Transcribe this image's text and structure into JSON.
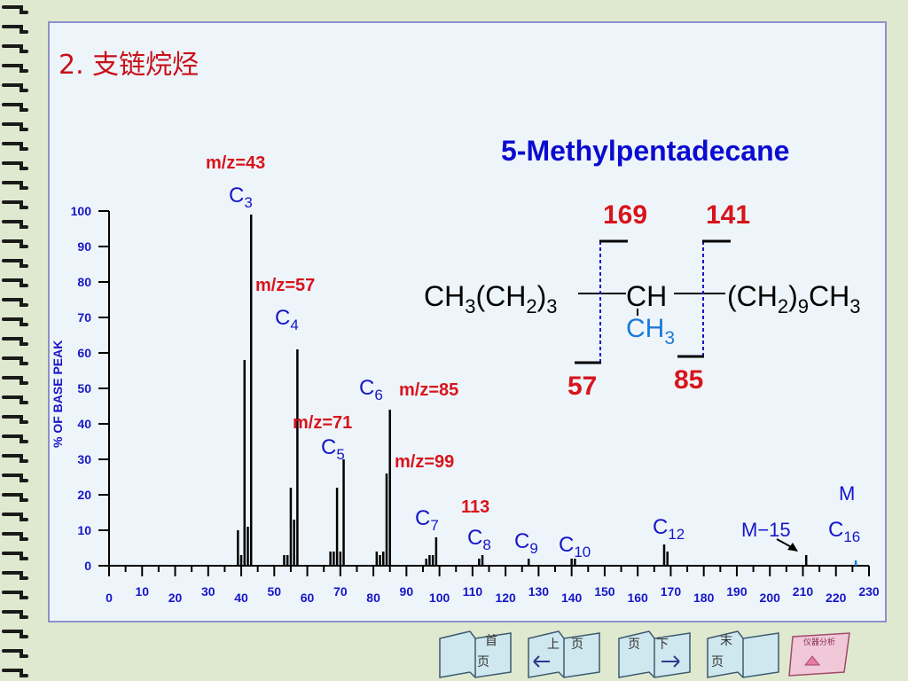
{
  "slide": {
    "title": "2. 支链烷烃",
    "compound": "5-Methylpentadecane"
  },
  "structure": {
    "left_group": {
      "a": "CH",
      "b": "3",
      "c": "(CH",
      "d": "2",
      "e": ")",
      "f": "3"
    },
    "center": "CH",
    "branch": {
      "a": "CH",
      "b": "3"
    },
    "right_group": {
      "a": "(CH",
      "b": "2",
      "c": ")",
      "d": "9",
      "e": "CH",
      "f": "3"
    },
    "cleavages": [
      "169",
      "141",
      "57",
      "85"
    ]
  },
  "chart_data": {
    "type": "bar",
    "ylabel": "% OF  BASE PEAK",
    "xlabel": "",
    "xlim": [
      0,
      230
    ],
    "ylim": [
      0,
      100
    ],
    "yticks": [
      "0",
      "10",
      "20",
      "30",
      "40",
      "50",
      "60",
      "70",
      "80",
      "90",
      "100"
    ],
    "xticks": [
      "0",
      "10",
      "20",
      "30",
      "40",
      "50",
      "60",
      "70",
      "80",
      "90",
      "100",
      "110",
      "120",
      "130",
      "140",
      "150",
      "160",
      "170",
      "180",
      "190",
      "200",
      "210",
      "220",
      "230"
    ],
    "peaks": [
      {
        "mz": 39,
        "intensity": 10
      },
      {
        "mz": 40,
        "intensity": 3
      },
      {
        "mz": 41,
        "intensity": 58
      },
      {
        "mz": 42,
        "intensity": 11
      },
      {
        "mz": 43,
        "intensity": 99
      },
      {
        "mz": 53,
        "intensity": 3
      },
      {
        "mz": 54,
        "intensity": 3
      },
      {
        "mz": 55,
        "intensity": 22
      },
      {
        "mz": 56,
        "intensity": 13
      },
      {
        "mz": 57,
        "intensity": 61
      },
      {
        "mz": 67,
        "intensity": 4
      },
      {
        "mz": 68,
        "intensity": 4
      },
      {
        "mz": 69,
        "intensity": 22
      },
      {
        "mz": 70,
        "intensity": 4
      },
      {
        "mz": 71,
        "intensity": 30
      },
      {
        "mz": 81,
        "intensity": 4
      },
      {
        "mz": 82,
        "intensity": 3
      },
      {
        "mz": 83,
        "intensity": 4
      },
      {
        "mz": 84,
        "intensity": 26
      },
      {
        "mz": 85,
        "intensity": 44
      },
      {
        "mz": 96,
        "intensity": 2
      },
      {
        "mz": 97,
        "intensity": 3
      },
      {
        "mz": 98,
        "intensity": 3
      },
      {
        "mz": 99,
        "intensity": 8
      },
      {
        "mz": 112,
        "intensity": 2
      },
      {
        "mz": 113,
        "intensity": 3
      },
      {
        "mz": 127,
        "intensity": 2
      },
      {
        "mz": 140,
        "intensity": 2
      },
      {
        "mz": 141,
        "intensity": 2
      },
      {
        "mz": 168,
        "intensity": 6
      },
      {
        "mz": 169,
        "intensity": 4
      },
      {
        "mz": 211,
        "intensity": 3
      },
      {
        "mz": 226,
        "intensity": 1.5
      }
    ],
    "annotations": [
      {
        "label": "m/z=43",
        "color": "red"
      },
      {
        "label": "C3",
        "color": "blue"
      },
      {
        "label": "m/z=57",
        "color": "red"
      },
      {
        "label": "C4",
        "color": "blue"
      },
      {
        "label": "C6",
        "color": "blue"
      },
      {
        "label": "m/z=85",
        "color": "red"
      },
      {
        "label": "m/z=71",
        "color": "red"
      },
      {
        "label": "C5",
        "color": "blue"
      },
      {
        "label": "m/z=99",
        "color": "red"
      },
      {
        "label": "C7",
        "color": "blue"
      },
      {
        "label": "113",
        "color": "red"
      },
      {
        "label": "C8",
        "color": "blue"
      },
      {
        "label": "C9",
        "color": "blue"
      },
      {
        "label": "C10",
        "color": "blue"
      },
      {
        "label": "C12",
        "color": "blue"
      },
      {
        "label": "M−15",
        "color": "blue"
      },
      {
        "label": "M",
        "color": "blue"
      },
      {
        "label": "C16",
        "color": "blue"
      }
    ]
  },
  "nav": [
    {
      "line1": "首",
      "line2": "页"
    },
    {
      "line1": "上",
      "line2": "页"
    },
    {
      "line1": "页",
      "line2": "下"
    },
    {
      "line1": "末",
      "line2": "页"
    },
    {
      "line1": "仪器分析",
      "line2": ""
    }
  ],
  "colors": {
    "red": "#d8141c",
    "blue": "#1616c8",
    "branch_blue": "#1a7ad8"
  }
}
